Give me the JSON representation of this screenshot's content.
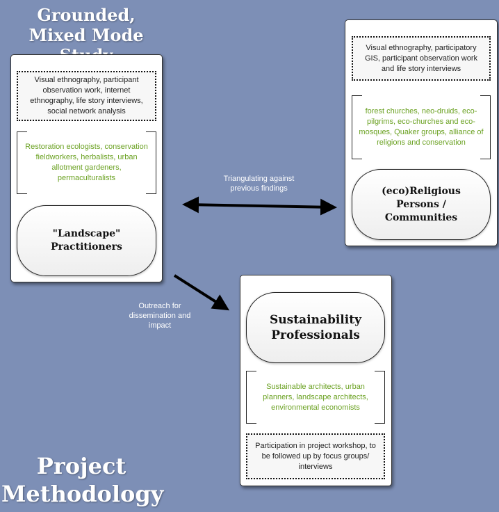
{
  "title_top": "Grounded, Mixed Mode Study",
  "title_bottom": "Project Methodology",
  "landscape": {
    "methods": "Visual ethnography, participant observation work, internet ethnography, life story interviews, social network analysis",
    "groups": "Restoration ecologists, conservation fieldworkers, herbalists, urban allotment gardeners, permaculturalists",
    "name": "\"Landscape\" Practitioners"
  },
  "religious": {
    "methods": "Visual ethnography, participatory GIS, participant observation work and life story interviews",
    "groups": "forest churches, neo-druids, eco-pilgrims, eco-churches and eco-mosques, Quaker groups, alliance of religions and conservation",
    "name": "(eco)Religious Persons / Communities"
  },
  "sustainability": {
    "name": "Sustainability Professionals",
    "groups": "Sustainable architects, urban planners, landscape architects, environmental economists",
    "methods": "Participation in project workshop, to be followed up by focus groups/ interviews"
  },
  "arrows": {
    "triangulating": "Triangulating against previous findings",
    "outreach": "Outreach for dissemination and impact"
  },
  "colors": {
    "background": "#7d8fb6",
    "group_text": "#6aa121"
  }
}
